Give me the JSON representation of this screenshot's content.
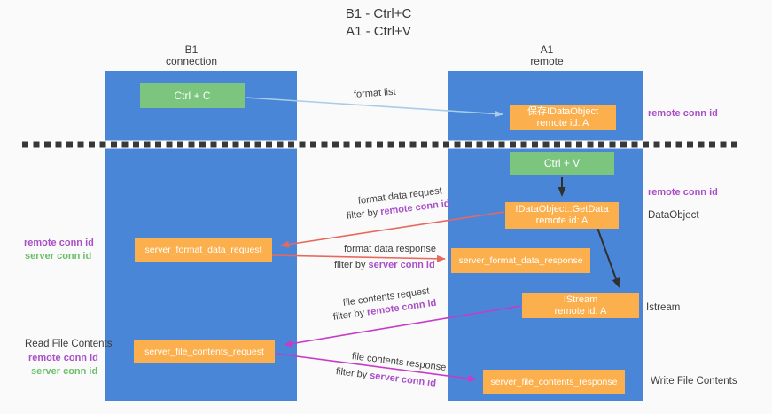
{
  "title": {
    "line1": "B1 - Ctrl+C",
    "line2": "A1 - Ctrl+V"
  },
  "lanes": {
    "left": {
      "name": "B1",
      "role": "connection"
    },
    "right": {
      "name": "A1",
      "role": "remote"
    }
  },
  "nodes": {
    "ctrl_c": {
      "label": "Ctrl + C"
    },
    "save_idataobject": {
      "line1": "保存IDataObject",
      "line2": "remote id: A"
    },
    "ctrl_v": {
      "label": "Ctrl + V"
    },
    "getdata": {
      "line1": "IDataObject::GetData",
      "line2": "remote id: A"
    },
    "server_format_data_request": {
      "label": "server_format_data_request"
    },
    "server_format_data_response": {
      "label": "server_format_data_response"
    },
    "istream": {
      "line1": "IStream",
      "line2": "remote id: A"
    },
    "server_file_contents_request": {
      "label": "server_file_contents_request"
    },
    "server_file_contents_response": {
      "label": "server_file_contents_response"
    }
  },
  "edge_labels": {
    "format_list": "format list",
    "format_data_request": "format data request",
    "format_request_filter_prefix": "filter by ",
    "format_request_filter_key": "remote conn id",
    "format_data_response": "format data response",
    "format_response_filter_prefix": "filter by ",
    "format_response_filter_key": "server conn id",
    "file_contents_request": "file contents request",
    "file_request_filter_prefix": "filter by ",
    "file_request_filter_key": "remote conn id",
    "file_contents_response": "file contents response",
    "file_response_filter_prefix": "filter by ",
    "file_response_filter_key": "server conn id"
  },
  "side_labels": {
    "right_top_conn_id": "remote conn id",
    "right_mid_conn_id": "remote conn id",
    "dataobject": "DataObject",
    "istream": "Istream",
    "write_file_contents": "Write File Contents",
    "left_remote_conn_id_1": "remote conn id",
    "left_server_conn_id_1": "server conn id",
    "read_file_contents": "Read File Contents",
    "left_remote_conn_id_2": "remote conn id",
    "left_server_conn_id_2": "server conn id"
  },
  "colors": {
    "lane_blue": "#4a86d8",
    "node_orange": "#fbaf4d",
    "node_green": "#7cc57f",
    "purple_label": "#a94fc8",
    "green_label": "#6abf69",
    "arrow_red": "#e8685e",
    "arrow_magenta": "#c53cc5",
    "arrow_light_blue": "#a9cce9",
    "arrow_black": "#303030",
    "dashed_line": "#383838",
    "background": "#fafafa",
    "text_dark": "#3a3a3a"
  }
}
